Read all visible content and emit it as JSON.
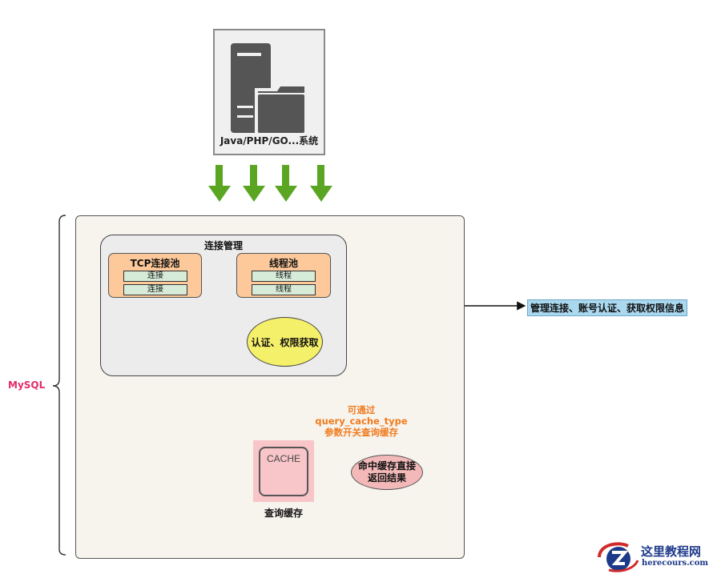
{
  "client": {
    "label": "Java/PHP/GO...系统",
    "icon": "server-folder-icon",
    "arrow_count": 4,
    "arrow_color": "#5aa623"
  },
  "mysql": {
    "label": "MySQL",
    "label_color": "#e22b6b"
  },
  "connection_management": {
    "title": "连接管理",
    "tcp_pool": {
      "title": "TCP连接池",
      "items": [
        "连接",
        "连接"
      ]
    },
    "thread_pool": {
      "title": "线程池",
      "items": [
        "线程",
        "线程"
      ]
    },
    "auth": "认证、权限获取",
    "annotation": "管理连接、账号认证、获取权限信息"
  },
  "query_cache": {
    "cache_text": "CACHE",
    "label": "查询缓存",
    "bubble_lines": [
      "可通过",
      "query_cache_type",
      "参数开关查询缓存"
    ],
    "hit_lines": [
      "命中缓存直接",
      "返回结果"
    ]
  },
  "watermark": {
    "title": "这里教程网",
    "url": "herecours.com"
  },
  "colors": {
    "pool_fill": "#fdc89a",
    "item_fill": "#d6ebd8",
    "auth_fill": "#f5f06a",
    "cache_fill": "#f8c5c8",
    "bubble_text": "#f07b1e",
    "annotation_fill": "#a9d8ef"
  }
}
